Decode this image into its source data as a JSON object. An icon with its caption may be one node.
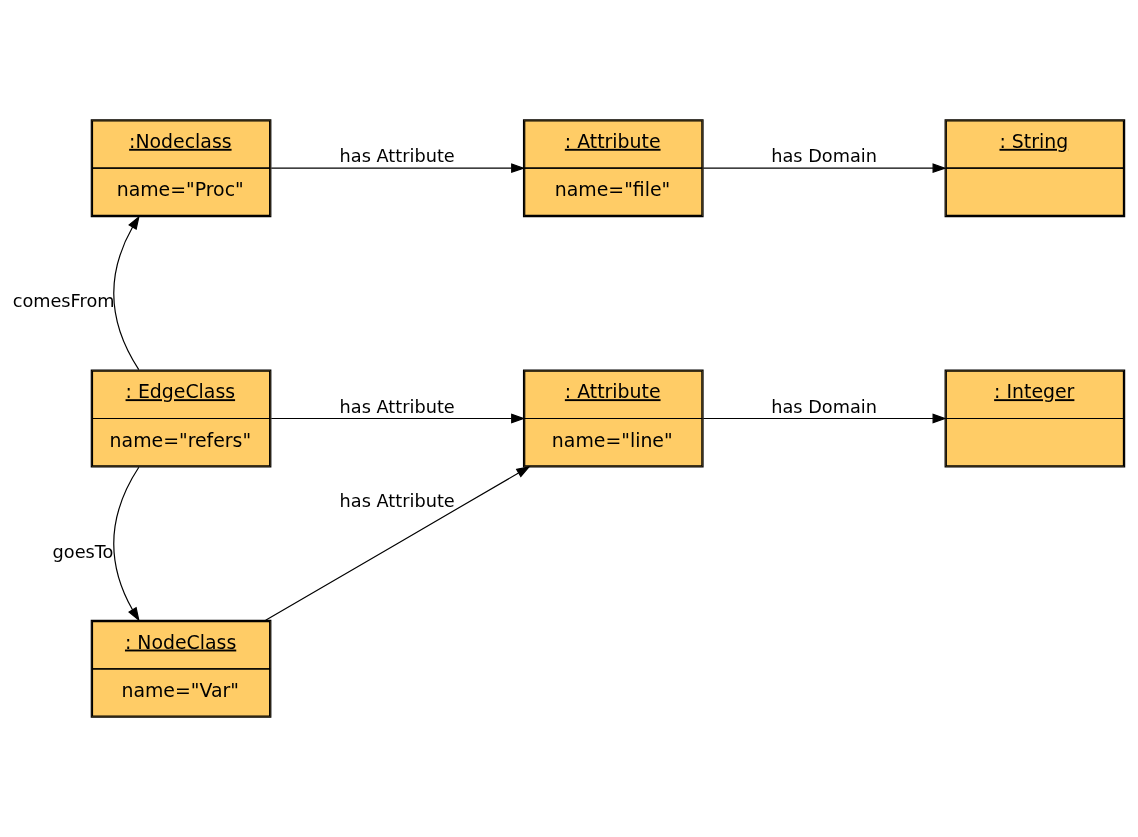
{
  "diagram": {
    "nodes": [
      {
        "text": [
          ":Nodeclass",
          "name=\"Proc\""
        ]
      },
      {
        "text": [
          ": Attribute",
          "name=\"file\""
        ]
      },
      {
        "text": [
          ": String"
        ]
      },
      {
        "text": [
          ": EdgeClass",
          "name=\"refers\""
        ]
      },
      {
        "text": [
          ": Attribute",
          "name=\"line\""
        ]
      },
      {
        "text": [
          ": Integer"
        ]
      },
      {
        "text": [
          ": NodeClass",
          "name=\"Var\""
        ]
      }
    ],
    "edges": [
      {
        "from": 0,
        "to": 1,
        "arrow": "to",
        "label": "has Attribute"
      },
      {
        "from": 1,
        "to": 2,
        "arrow": "to",
        "label": "has Domain"
      },
      {
        "from": 3,
        "to": 0,
        "arrow": "to",
        "label": "comesFrom"
      },
      {
        "from": 3,
        "to": 4,
        "arrow": "to",
        "label": "has Attribute"
      },
      {
        "from": 4,
        "to": 5,
        "arrow": "to",
        "label": "has Domain"
      },
      {
        "from": 3,
        "to": 6,
        "arrow": "to",
        "label": "goesTo"
      },
      {
        "from": 6,
        "to": 4,
        "arrow": "to",
        "label": "has Attribute"
      }
    ]
  }
}
